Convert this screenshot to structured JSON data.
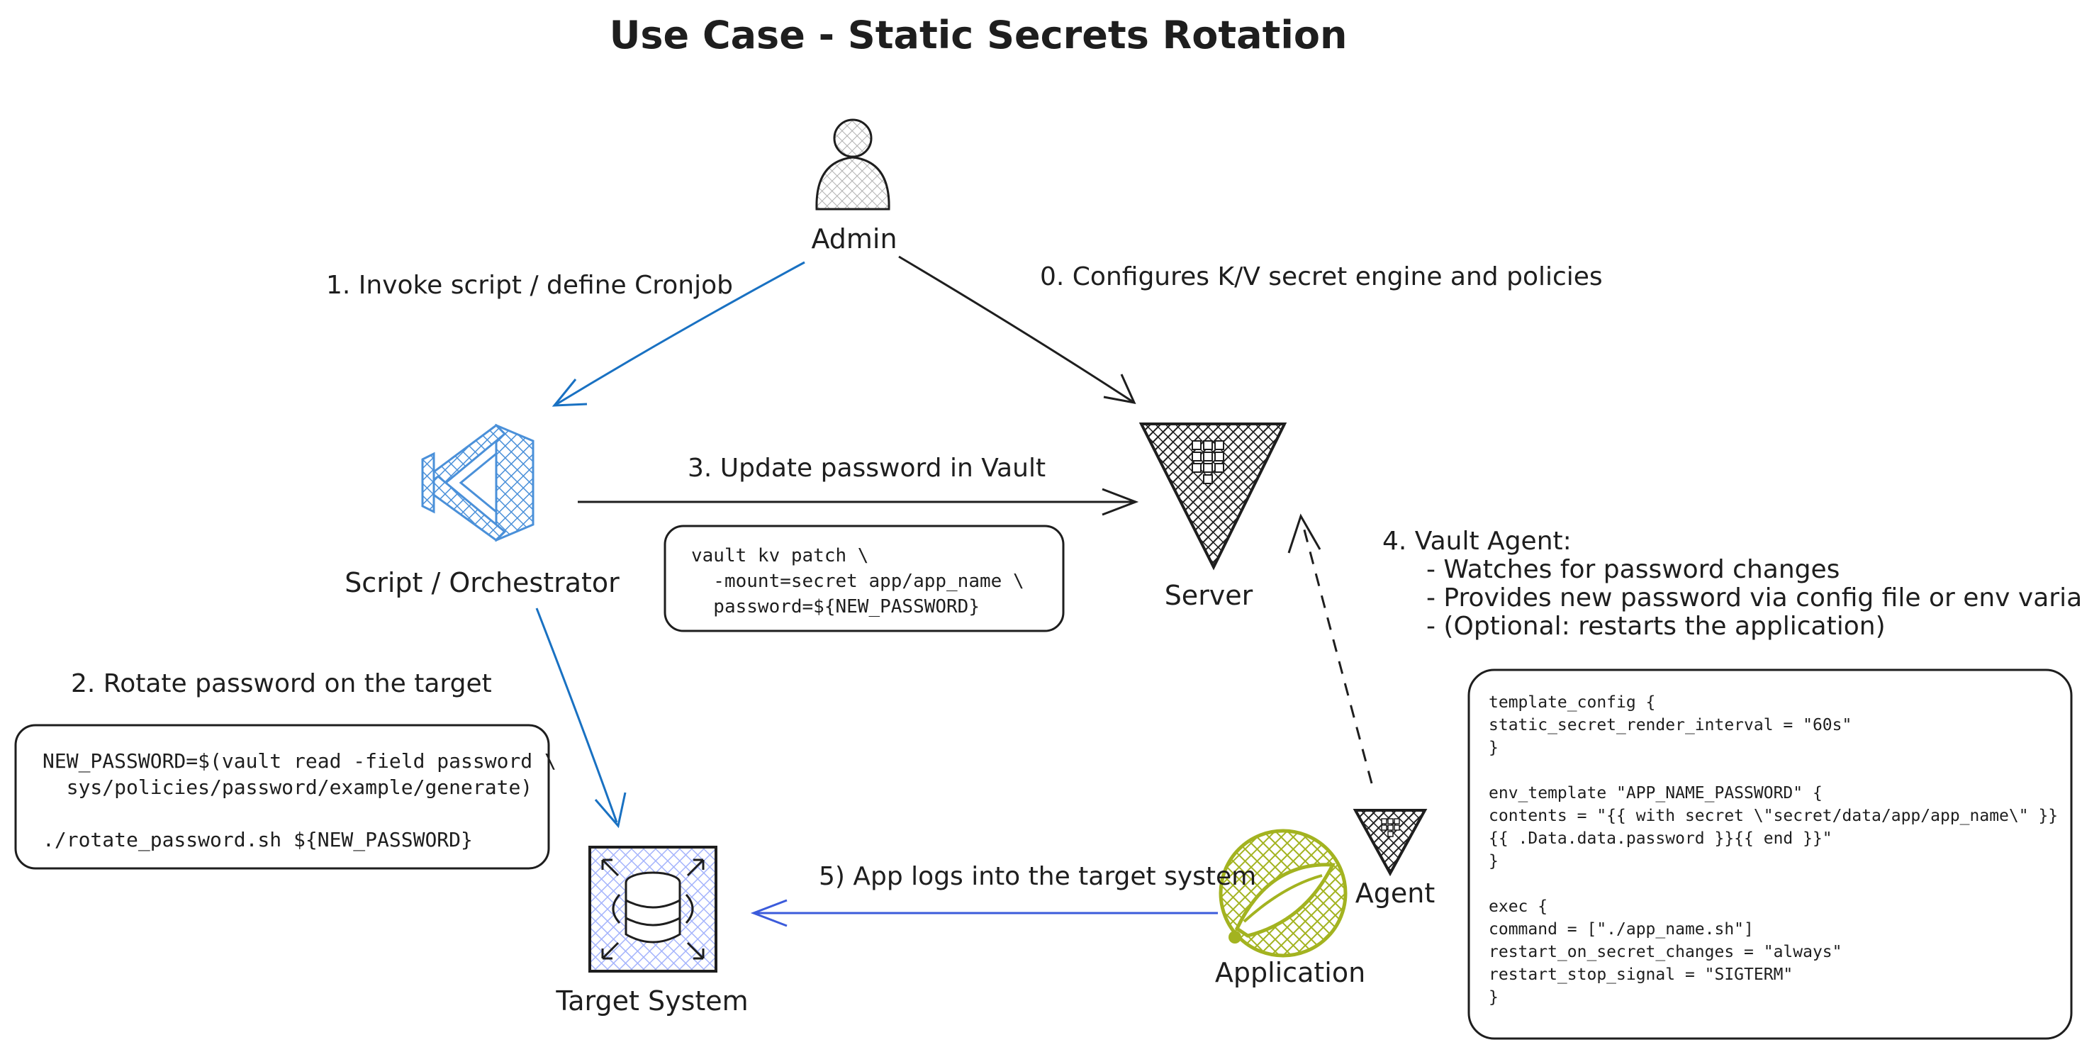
{
  "title": "Use Case - Static Secrets Rotation",
  "nodes": {
    "admin": "Admin",
    "script": "Script / Orchestrator",
    "server": "Server",
    "target": "Target System",
    "application": "Application",
    "agent": "Agent"
  },
  "edges": {
    "configure": "0. Configures K/V secret engine and policies",
    "invoke": "1. Invoke script / define Cronjob",
    "rotate": "2. Rotate password on the target",
    "update": "3. Update password in Vault",
    "agent_title": "4. Vault Agent:",
    "agent_bullets": [
      "- Watches for password changes",
      "- Provides new password via config file or env variable",
      "- (Optional: restarts the application)"
    ],
    "login": "5) App logs into the target system"
  },
  "code": {
    "vault_patch": [
      "vault kv patch \\",
      "  -mount=secret app/app_name \\",
      "  password=${NEW_PASSWORD}"
    ],
    "rotate": [
      "NEW_PASSWORD=$(vault read -field password \\",
      "  sys/policies/password/example/generate)",
      "",
      "./rotate_password.sh ${NEW_PASSWORD}"
    ],
    "agent_config": [
      "template_config {",
      "  static_secret_render_interval = \"60s\"",
      "}",
      "",
      "env_template \"APP_NAME_PASSWORD\" {",
      "  contents = \"{{ with secret \\\"secret/data/app/app_name\\\" }}",
      "             {{ .Data.data.password }}{{ end }}\"",
      "}",
      "",
      "exec {",
      "  command                    = [\"./app_name.sh\"]",
      "  restart_on_secret_changes = \"always\"",
      "  restart_stop_signal        = \"SIGTERM\"",
      "}"
    ]
  },
  "colors": {
    "ink": "#1e1e1e",
    "blue": "#1971c2",
    "vscode_blue": "#4a90d9",
    "target_fill": "#a5b4fc",
    "app_green": "#a3b320"
  },
  "icons": {
    "admin": "person-icon",
    "script": "vscode-icon",
    "server": "vault-icon",
    "agent": "vault-icon",
    "target": "database-icon",
    "application": "spring-icon"
  }
}
